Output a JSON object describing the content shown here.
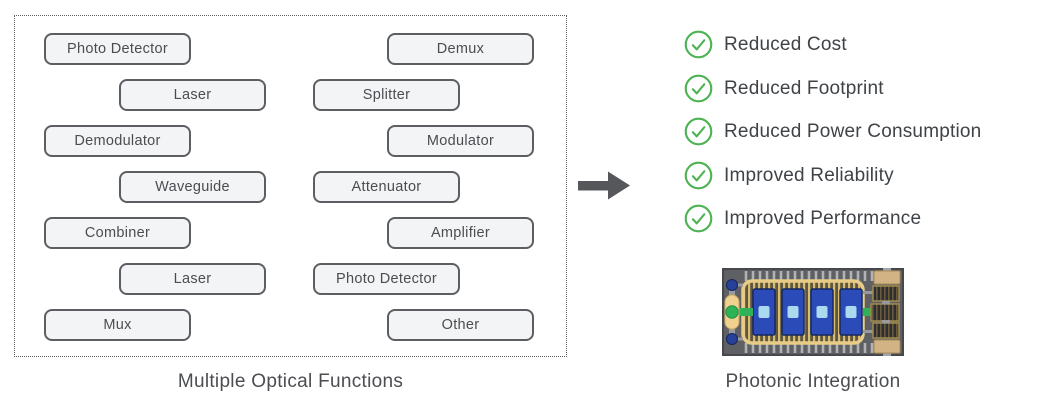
{
  "optical_functions": {
    "caption": "Multiple Optical Functions",
    "items": [
      "Photo Detector",
      "Laser",
      "Demodulator",
      "Waveguide",
      "Combiner",
      "Laser",
      "Mux",
      "Demux",
      "Splitter",
      "Modulator",
      "Attenuator",
      "Amplifier",
      "Photo Detector",
      "Other"
    ]
  },
  "benefits": {
    "items": [
      "Reduced Cost",
      "Reduced Footprint",
      "Reduced Power Consumption",
      "Improved Reliability",
      "Improved Performance"
    ]
  },
  "chip": {
    "caption": "Photonic Integration"
  },
  "icons": {
    "check": "check-circle-icon",
    "arrow": "right-arrow-icon",
    "chip": "photonic-chip-illustration"
  },
  "colors": {
    "accent_green": "#4db353",
    "arrow_gray": "#55575b",
    "box_border": "#5c5e62",
    "box_fill": "#f3f4f6",
    "text_medium": "#4b4d51",
    "text_dark": "#3f4347"
  }
}
